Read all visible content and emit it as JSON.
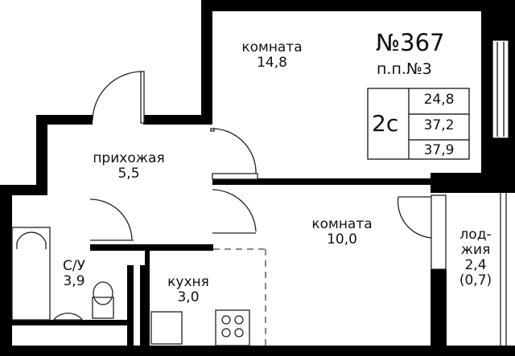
{
  "plan": {
    "apartment_number": "№367",
    "floor_plan_number": "п.п.№3",
    "type": "2с",
    "areas": [
      "24,8",
      "37,2",
      "37,9"
    ]
  },
  "rooms": [
    {
      "name": "комната",
      "area": "14,8"
    },
    {
      "name": "прихожая",
      "area": "5,5"
    },
    {
      "name": "комната",
      "area": "10,0"
    },
    {
      "name": "С/У",
      "area": "3,9"
    },
    {
      "name": "кухня",
      "area": "3,0"
    },
    {
      "name": "лод-",
      "name2": "жия",
      "area": "2,4",
      "area2": "(0,7)"
    }
  ],
  "colors": {
    "wall": "#000000",
    "background": "#ffffff",
    "line": "#222222"
  }
}
